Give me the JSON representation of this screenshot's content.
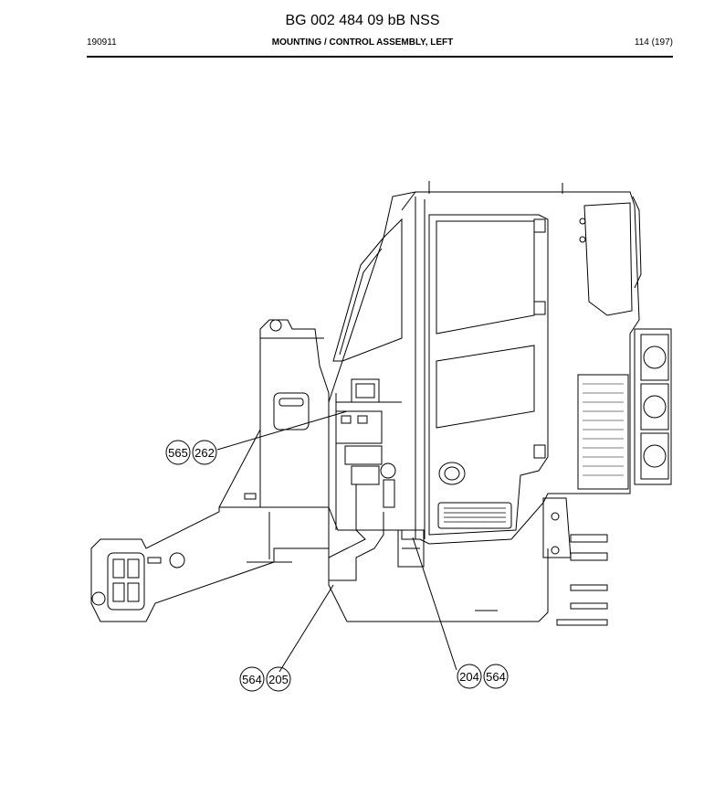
{
  "header": {
    "doc_id": "BG 002 484 09 bB NSS",
    "date_code": "190911",
    "section_title": "MOUNTING / CONTROL ASSEMBLY, LEFT",
    "page": "114 (197)"
  },
  "callouts": [
    {
      "id": "callout-group-top-left",
      "items": [
        "565",
        "262"
      ]
    },
    {
      "id": "callout-group-bottom-left",
      "items": [
        "564",
        "205"
      ]
    },
    {
      "id": "callout-group-bottom-right",
      "items": [
        "204",
        "564"
      ]
    }
  ]
}
